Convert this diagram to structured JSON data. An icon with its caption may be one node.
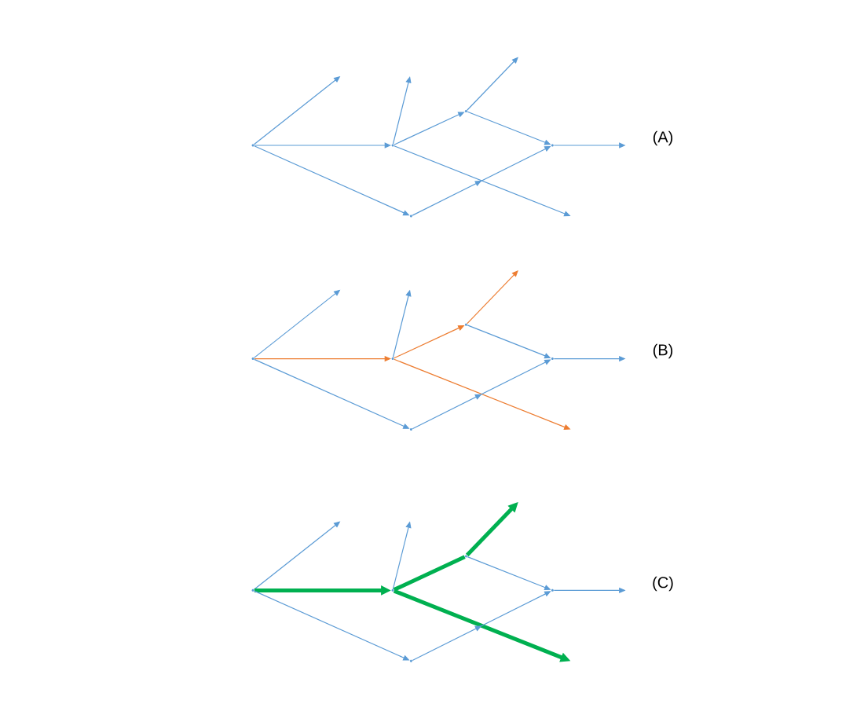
{
  "diagram": {
    "nodes": [
      {
        "text": [],
        "shape": "point"
      },
      {
        "text": [],
        "shape": "point"
      },
      {
        "text": [],
        "shape": "point"
      },
      {
        "text": [],
        "shape": "point"
      },
      {
        "text": [],
        "shape": "point"
      },
      {
        "text": [],
        "shape": "point"
      },
      {
        "text": [],
        "shape": "point"
      },
      {
        "text": [],
        "shape": "point"
      },
      {
        "text": [],
        "shape": "point"
      },
      {
        "text": [],
        "shape": "point"
      },
      {
        "text": [],
        "shape": "point"
      },
      {
        "text": [],
        "shape": "point"
      },
      {
        "text": [],
        "shape": "point"
      },
      {
        "text": [],
        "shape": "point"
      },
      {
        "text": [],
        "shape": "point"
      }
    ],
    "edges": [
      {
        "from": 0,
        "to": null,
        "arrow": "to"
      },
      {
        "from": 0,
        "to": 1,
        "arrow": "to"
      },
      {
        "from": 0,
        "to": 2,
        "arrow": "to"
      },
      {
        "from": 1,
        "to": null,
        "arrow": "to"
      },
      {
        "from": 1,
        "to": 3,
        "arrow": "to"
      },
      {
        "from": 1,
        "to": null,
        "arrow": "to"
      },
      {
        "from": 3,
        "to": null,
        "arrow": "to"
      },
      {
        "from": 3,
        "to": 4,
        "arrow": "to"
      },
      {
        "from": 2,
        "to": 4,
        "arrow": "to"
      },
      {
        "from": 4,
        "to": null,
        "arrow": "to"
      },
      {
        "from": 5,
        "to": null,
        "arrow": "to"
      },
      {
        "from": 5,
        "to": 6,
        "arrow": "to",
        "color": "#ed7d31"
      },
      {
        "from": 5,
        "to": 7,
        "arrow": "to"
      },
      {
        "from": 6,
        "to": null,
        "arrow": "to"
      },
      {
        "from": 6,
        "to": 8,
        "arrow": "to",
        "color": "#ed7d31"
      },
      {
        "from": 6,
        "to": null,
        "arrow": "to",
        "color": "#ed7d31"
      },
      {
        "from": 8,
        "to": null,
        "arrow": "to",
        "color": "#ed7d31"
      },
      {
        "from": 8,
        "to": 9,
        "arrow": "to"
      },
      {
        "from": 7,
        "to": 9,
        "arrow": "to"
      },
      {
        "from": 9,
        "to": null,
        "arrow": "to"
      },
      {
        "from": 10,
        "to": null,
        "arrow": "to"
      },
      {
        "from": 10,
        "to": 11,
        "arrow": "to",
        "style": "thick",
        "color": "#00b050"
      },
      {
        "from": 10,
        "to": 12,
        "arrow": "to"
      },
      {
        "from": 11,
        "to": null,
        "arrow": "to"
      },
      {
        "from": 11,
        "to": 13,
        "arrow": "none",
        "style": "thick",
        "color": "#00b050"
      },
      {
        "from": 11,
        "to": null,
        "arrow": "to",
        "style": "thick",
        "color": "#00b050"
      },
      {
        "from": 13,
        "to": null,
        "arrow": "to",
        "style": "thick",
        "color": "#00b050"
      },
      {
        "from": 13,
        "to": 14,
        "arrow": "to"
      },
      {
        "from": 12,
        "to": 14,
        "arrow": "to"
      },
      {
        "from": 14,
        "to": null,
        "arrow": "to"
      }
    ],
    "labels": [
      "(A)",
      "(B)",
      "(C)"
    ]
  }
}
